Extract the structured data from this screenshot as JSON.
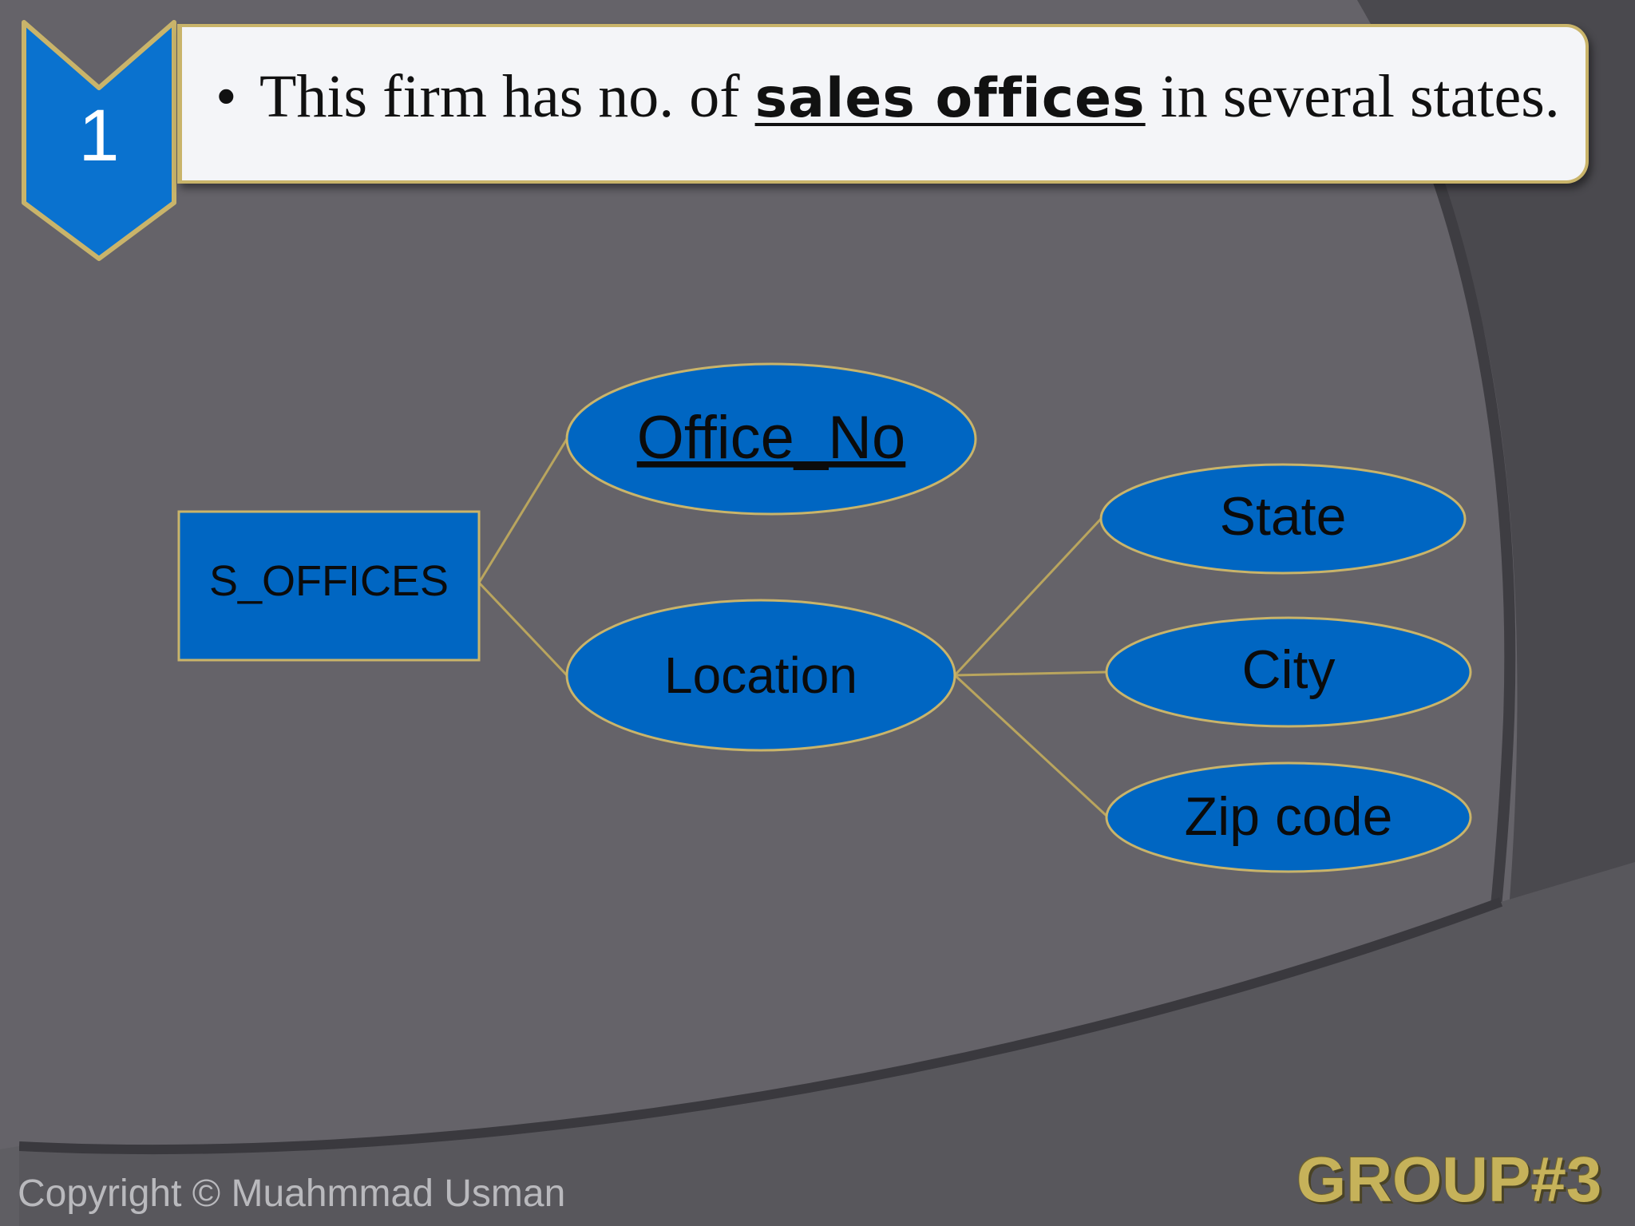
{
  "slide": {
    "badge_number": "1",
    "bullet": "•",
    "statement_before": "This firm has no. of ",
    "statement_highlight": "sales offices",
    "statement_after": " in several states.",
    "copyright": "Copyright © Muahmmad Usman",
    "group_label": "GROUP#3"
  },
  "er_diagram": {
    "entity": "S_OFFICES",
    "attributes": {
      "office_no": "Office_No",
      "location": "Location",
      "state": "State",
      "city": "City",
      "zip": "Zip code"
    },
    "key_attribute": "Office_No",
    "composite_attribute": "Location"
  },
  "colors": {
    "shape_fill": "#0066c2",
    "outline": "#c9b46a",
    "background": "#656369",
    "banner": "#f4f5f8",
    "group_text": "#c6b25a"
  }
}
